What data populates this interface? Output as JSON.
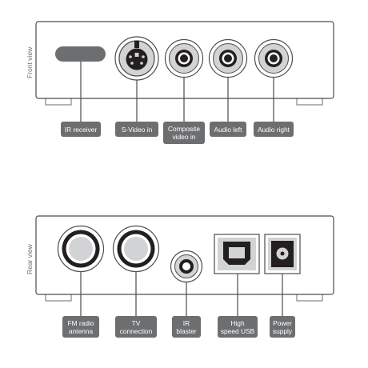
{
  "front": {
    "view_label": "Front view",
    "labels": {
      "ir_receiver": "IR receiver",
      "svideo_in": "S-Video in",
      "composite_video_in": "Composite\nvideo in",
      "audio_left": "Audio left",
      "audio_right": "Audio right"
    }
  },
  "rear": {
    "view_label": "Rear view",
    "labels": {
      "fm_radio_antenna": "FM radio\nantenna",
      "tv_connection": "TV\nconnection",
      "ir_blaster": "IR\nblaster",
      "high_speed_usb": "High\nspeed USB",
      "power_supply": "Power\nsupply"
    }
  },
  "colors": {
    "outline": "#4d4d4f",
    "label_bg": "#6d6e70",
    "label_text": "#ffffff",
    "port_light": "#d1d3d4",
    "port_dark": "#231f20"
  }
}
